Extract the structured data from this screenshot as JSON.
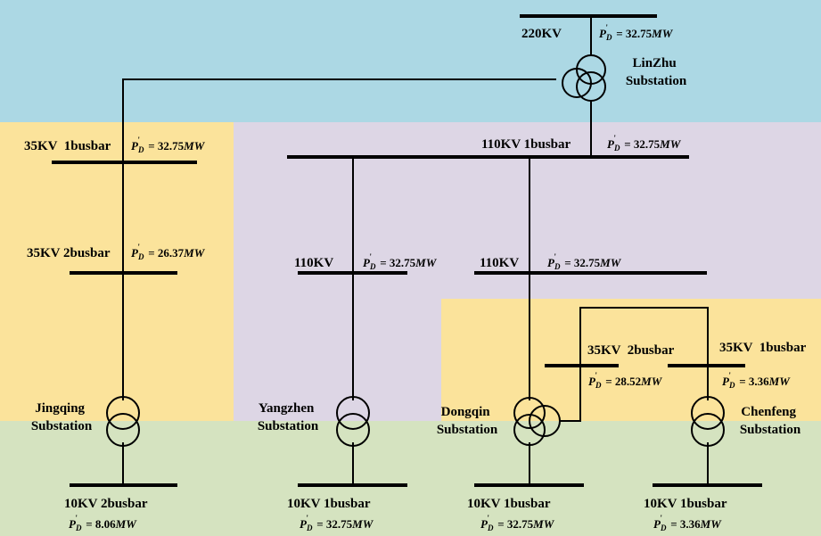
{
  "colors": {
    "region_220kv": "#acd8e4",
    "region_110kv": "#ddd6e5",
    "region_35kv": "#fbe39b",
    "region_10kv": "#d5e3c0",
    "line": "#000000"
  },
  "pd_symbol": {
    "letter": "P",
    "sub": "D",
    "sup": "'"
  },
  "top": {
    "bus_label": "220KV",
    "pd_value": "32.75",
    "pd_unit": "MW",
    "substation_line1": "LinZhu",
    "substation_line2": "Substation"
  },
  "bus_110_1": {
    "label": "110KV 1busbar",
    "pd_value": "32.75",
    "pd_unit": "MW"
  },
  "jingqing": {
    "bus35_1_label": "35KV  1busbar",
    "bus35_1_pd": "32.75",
    "bus35_2_label": "35KV 2busbar",
    "bus35_2_pd": "26.37",
    "substation_line1": "Jingqing",
    "substation_line2": "Substation",
    "bus10_label": "10KV 2busbar",
    "bus10_pd": "8.06",
    "pd_unit": "MW"
  },
  "yangzhen": {
    "bus110_label": "110KV",
    "bus110_pd": "32.75",
    "substation_line1": "Yangzhen",
    "substation_line2": "Substation",
    "bus10_label": "10KV 1busbar",
    "bus10_pd": "32.75",
    "pd_unit": "MW"
  },
  "dongqin": {
    "bus110_label": "110KV",
    "bus110_pd": "32.75",
    "bus35_label": "35KV  2busbar",
    "bus35_pd": "28.52",
    "substation_line1": "Dongqin",
    "substation_line2": "Substation",
    "bus10_label": "10KV 1busbar",
    "bus10_pd": "32.75",
    "pd_unit": "MW"
  },
  "chenfeng": {
    "bus35_label": "35KV  1busbar",
    "bus35_pd": "3.36",
    "substation_line1": "Chenfeng",
    "substation_line2": "Substation",
    "bus10_label": "10KV 1busbar",
    "bus10_pd": "3.36",
    "pd_unit": "MW"
  }
}
